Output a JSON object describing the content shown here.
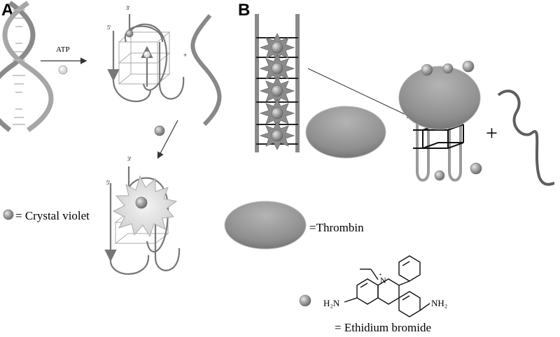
{
  "panels": {
    "a": {
      "letter": "A",
      "arrow_label": "ATP",
      "end_3": "3'",
      "end_5": "5'",
      "plus": "+",
      "end_3b": "3'",
      "end_5b": "5'",
      "legend_label": "= Crystal violet"
    },
    "b": {
      "letter": "B",
      "plus": "+",
      "thrombin_label": "=Thrombin",
      "ethidium_label": "= Ethidium bromide",
      "chem_n": "N",
      "chem_plus": "+",
      "chem_nh2_left": "H₂N",
      "chem_nh2_right": "NH₂"
    }
  },
  "colors": {
    "strand": "#8a8a8a",
    "strand_dark": "#5e5e5e",
    "sphere": "#9a9a9a",
    "thrombin": "#8f8f8f",
    "starburst": "#8c8c8c"
  }
}
